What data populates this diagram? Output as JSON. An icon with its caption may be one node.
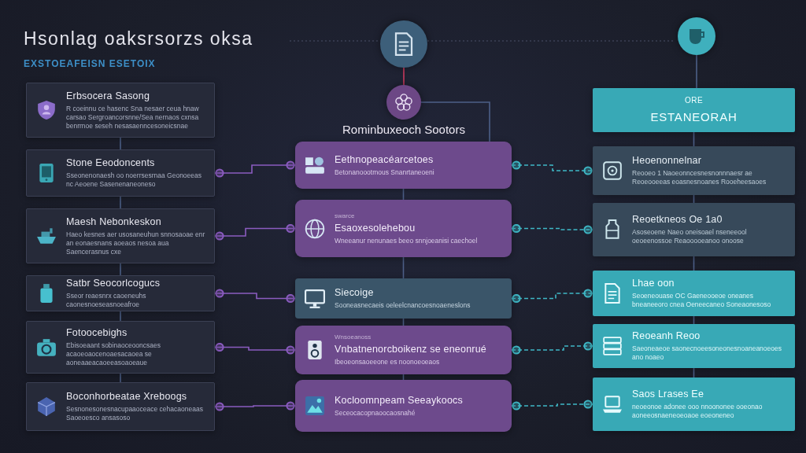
{
  "diagram": {
    "title": "Hsonlag oaksrsorzs oksa",
    "nodes": [
      {
        "text": [
          "Erbsocera Sasong",
          "R coeinnu ce hasenc Sna nesaer ceua hnaw carsao Sergroancorsnne/Sea nernaos cxnsa benrrnoe seseh nesasaenncesoneicsnae"
        ]
      },
      {
        "text": [
          "Stone Eeodoncents",
          "Sseonenonaesh oo noerrsesrnaa Geonoeeas nc Aeoene Sasenenaneoneso"
        ]
      },
      {
        "text": [
          "Maesh Nebonkeskon",
          "Haeo kesnes aer usosaneuhun snnosaoae enr an eonaesnans aoeaos nesoa aua Saencerasnus cxe"
        ]
      },
      {
        "text": [
          "Satbr Seocorlcogucs",
          "Sseor reaesnrx caoeneuhs caonesnoeseasnoeafroe"
        ]
      },
      {
        "text": [
          "Fotoocebighs",
          "Ebisoeaant sobinaoceooncsaes acaoeoaocenoaesacaoea se aoneaaeacaoeeasoaoeaue"
        ]
      },
      {
        "text": [
          "Boconhorbeatae Xreboogs",
          "Sesnonesonesnacupaaoceace cehacaoneaas Saoeoesco ansasoso"
        ]
      },
      {
        "text": [],
        "shape": "circle"
      },
      {
        "text": [],
        "shape": "circle",
        "beside": [
          "Rominbuxeoch Sootors"
        ]
      },
      {
        "text": [
          "Eethnopeacéarcetoes",
          "Betonanoootmous Snanrtaneoeni"
        ]
      },
      {
        "text": [
          "swarce",
          "Esaoxesolehebou",
          "Wneeanur nenunaes beeo snnjoeanisi caechoel"
        ]
      },
      {
        "text": [
          "Siecoige",
          "Sooneasnecaeis oeleelcnancoesnoaeneslons"
        ]
      },
      {
        "text": [
          "Wnsoeanoss",
          "Vnbatnenorcboikenz se eneonrué",
          "Ibeoeonsaoeeone es noonoeoeaos"
        ]
      },
      {
        "text": [
          "Kocloomnpeam Seeaykoocs",
          "Seceocacopnaoocaosnahé"
        ]
      },
      {
        "text": [],
        "shape": "circle"
      },
      {
        "text": [
          "ORE",
          "ESTANEORAH"
        ]
      },
      {
        "text": [
          "Heoenonnelnar",
          "Reooeo 1 Naoeonncesnesnonnnaesr ae Reoeooeeas eoasnesnoanes Rooeheesaoes"
        ]
      },
      {
        "text": [
          "Reoetkneos Oe 1a0",
          "Asoseoene Naeo oneisoael nseneeool oeoeenossoe Reaooooeanoo onoose"
        ]
      },
      {
        "text": [
          "Lhae oon",
          "Seoeneouase OC Gaeneooeoe oneanes bneaneeoro cnea Oeneecaneo Soneaonesoso"
        ]
      },
      {
        "text": [
          "Reoeanh Reoo",
          "Saeoneaeoe saonecnoeesoneonesnoaneanoeoes ano noaeo"
        ]
      },
      {
        "text": [
          "Saos Lrases Ee",
          "neoeonoe adonee ooo nnoononee ooeonao aoneeosnaeneoeoaoe eoeoneneo"
        ]
      }
    ],
    "edges": [
      {
        "from": 0,
        "to": 1,
        "arrow": "none"
      },
      {
        "from": 1,
        "to": 2,
        "arrow": "none"
      },
      {
        "from": 2,
        "to": 3,
        "arrow": "none"
      },
      {
        "from": 3,
        "to": 4,
        "arrow": "none"
      },
      {
        "from": 4,
        "to": 5,
        "arrow": "none"
      },
      {
        "from": 6,
        "to": 7,
        "arrow": "none",
        "color": "#c83a5e"
      },
      {
        "from": 7,
        "to": 8,
        "arrow": "none"
      },
      {
        "from": 8,
        "to": 9,
        "arrow": "none"
      },
      {
        "from": 9,
        "to": 10,
        "arrow": "none"
      },
      {
        "from": 10,
        "to": 11,
        "arrow": "none"
      },
      {
        "from": 11,
        "to": 12,
        "arrow": "none"
      },
      {
        "from": 13,
        "to": 14,
        "arrow": "none"
      },
      {
        "from": 14,
        "to": 15,
        "arrow": "none"
      },
      {
        "from": 15,
        "to": 16,
        "arrow": "none"
      },
      {
        "from": 16,
        "to": 17,
        "arrow": "none"
      },
      {
        "from": 17,
        "to": 18,
        "arrow": "none"
      },
      {
        "from": 18,
        "to": 19,
        "arrow": "none"
      },
      {
        "from": 1,
        "to": 8,
        "arrow": "other",
        "color": "#8b5cc0"
      },
      {
        "from": 2,
        "to": 9,
        "arrow": "other",
        "color": "#8b5cc0"
      },
      {
        "from": 3,
        "to": 10,
        "arrow": "other",
        "color": "#8b5cc0"
      },
      {
        "from": 4,
        "to": 11,
        "arrow": "other",
        "color": "#8b5cc0"
      },
      {
        "from": 5,
        "to": 12,
        "arrow": "other",
        "color": "#8b5cc0"
      },
      {
        "from": 8,
        "to": 15,
        "arrow": "other",
        "style": "dashed",
        "color": "#3fb8c6"
      },
      {
        "from": 9,
        "to": 16,
        "arrow": "other",
        "style": "dashed",
        "color": "#3fb8c6"
      },
      {
        "from": 10,
        "to": 17,
        "arrow": "other",
        "style": "dashed",
        "color": "#3fb8c6"
      },
      {
        "from": 11,
        "to": 18,
        "arrow": "other",
        "style": "dashed",
        "color": "#3fb8c6"
      },
      {
        "from": 12,
        "to": 19,
        "arrow": "other",
        "style": "dashed",
        "color": "#3fb8c6"
      }
    ],
    "labels": [
      "EXSTOEAFEISN ESETOIX"
    ]
  }
}
